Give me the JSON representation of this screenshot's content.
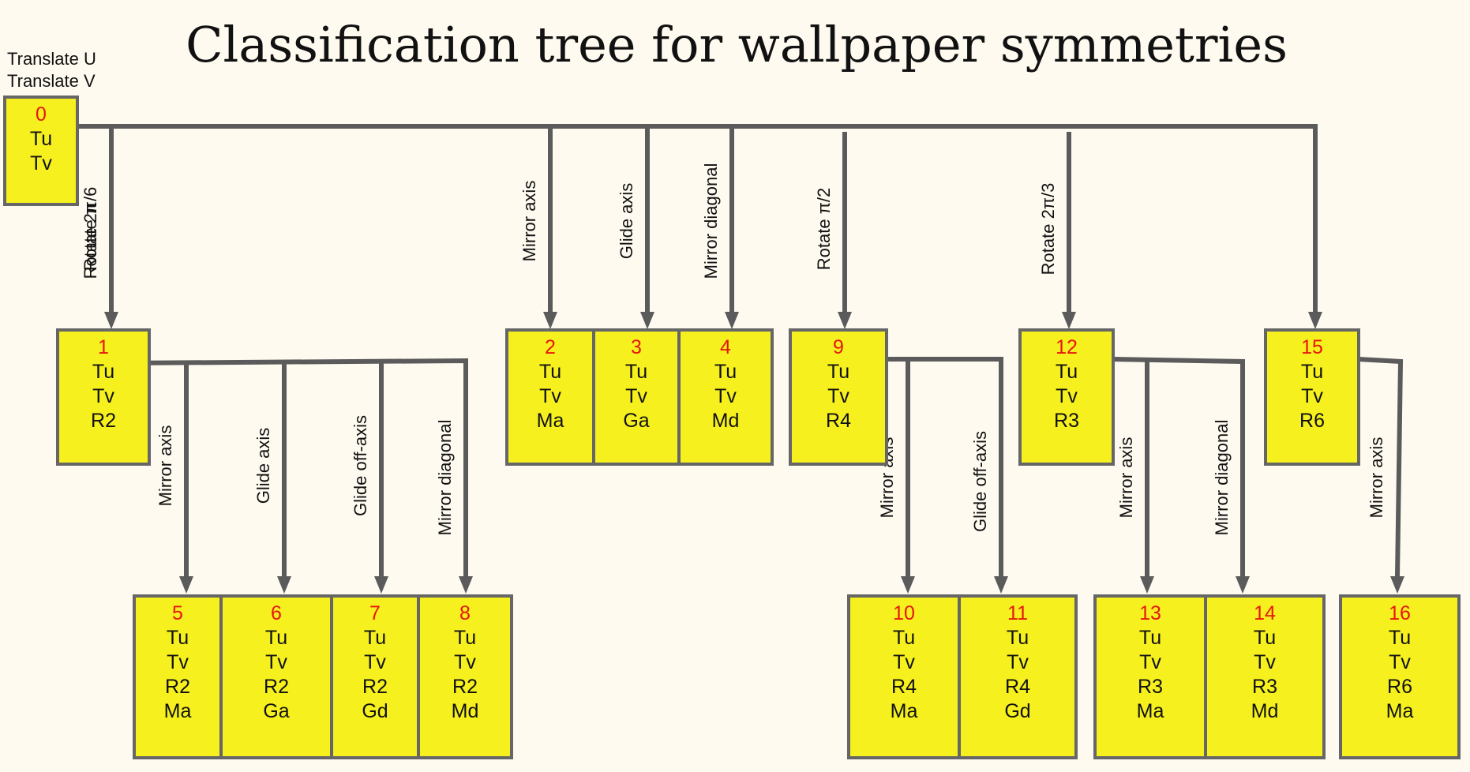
{
  "title": "Classification tree for wallpaper symmetries",
  "top_note": {
    "line1": "Translate U",
    "line2": "Translate V"
  },
  "nodes": [
    {
      "id": "0",
      "lines": [
        "Tu",
        "Tv"
      ]
    },
    {
      "id": "1",
      "lines": [
        "Tu",
        "Tv",
        "R2"
      ]
    },
    {
      "id": "2",
      "lines": [
        "Tu",
        "Tv",
        "Ma"
      ]
    },
    {
      "id": "3",
      "lines": [
        "Tu",
        "Tv",
        "Ga"
      ]
    },
    {
      "id": "4",
      "lines": [
        "Tu",
        "Tv",
        "Md"
      ]
    },
    {
      "id": "9",
      "lines": [
        "Tu",
        "Tv",
        "R4"
      ]
    },
    {
      "id": "12",
      "lines": [
        "Tu",
        "Tv",
        "R3"
      ]
    },
    {
      "id": "15",
      "lines": [
        "Tu",
        "Tv",
        "R6"
      ]
    },
    {
      "id": "5",
      "lines": [
        "Tu",
        "Tv",
        "R2",
        "Ma"
      ]
    },
    {
      "id": "6",
      "lines": [
        "Tu",
        "Tv",
        "R2",
        "Ga"
      ]
    },
    {
      "id": "7",
      "lines": [
        "Tu",
        "Tv",
        "R2",
        "Gd"
      ]
    },
    {
      "id": "8",
      "lines": [
        "Tu",
        "Tv",
        "R2",
        "Md"
      ]
    },
    {
      "id": "10",
      "lines": [
        "Tu",
        "Tv",
        "R4",
        "Ma"
      ]
    },
    {
      "id": "11",
      "lines": [
        "Tu",
        "Tv",
        "R4",
        "Gd"
      ]
    },
    {
      "id": "13",
      "lines": [
        "Tu",
        "Tv",
        "R3",
        "Ma"
      ]
    },
    {
      "id": "14",
      "lines": [
        "Tu",
        "Tv",
        "R3",
        "Md"
      ]
    },
    {
      "id": "16",
      "lines": [
        "Tu",
        "Tv",
        "R6",
        "Ma"
      ]
    }
  ],
  "edges": [
    {
      "from": "0",
      "to": "1",
      "label": "Rotate π"
    },
    {
      "from": "0",
      "to": "2",
      "label": "Mirror axis"
    },
    {
      "from": "0",
      "to": "3",
      "label": "Glide axis"
    },
    {
      "from": "0",
      "to": "4",
      "label": "Mirror diagonal"
    },
    {
      "from": "0",
      "to": "9",
      "label": "Rotate π/2"
    },
    {
      "from": "0",
      "to": "12",
      "label": "Rotate 2π/3"
    },
    {
      "from": "0",
      "to": "15",
      "label": "Rotate 2π/6"
    },
    {
      "from": "1",
      "to": "5",
      "label": "Mirror axis"
    },
    {
      "from": "1",
      "to": "6",
      "label": "Glide axis"
    },
    {
      "from": "1",
      "to": "7",
      "label": "Glide off-axis"
    },
    {
      "from": "1",
      "to": "8",
      "label": "Mirror diagonal"
    },
    {
      "from": "9",
      "to": "10",
      "label": "Mirror axis"
    },
    {
      "from": "9",
      "to": "11",
      "label": "Glide off-axis"
    },
    {
      "from": "12",
      "to": "13",
      "label": "Mirror axis"
    },
    {
      "from": "12",
      "to": "14",
      "label": "Mirror diagonal"
    },
    {
      "from": "15",
      "to": "16",
      "label": "Mirror axis"
    }
  ]
}
